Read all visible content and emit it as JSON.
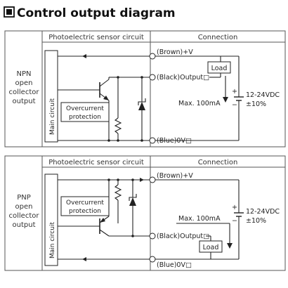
{
  "title": "Control output diagram",
  "headers": {
    "sensor_circuit": "Photoelectric sensor circuit",
    "connection": "Connection"
  },
  "npn": {
    "side_label_lines": [
      "NPN",
      "open",
      "collector",
      "output"
    ],
    "main_circuit": "Main circuit",
    "protection_lines": [
      "Overcurrent",
      "protection"
    ],
    "brown": "(Brown)+V",
    "black": "(Black)Output□",
    "blue": "(Blue)0V□",
    "load": "Load",
    "max_current": "Max. 100mA",
    "supply_voltage": "12-24VDC",
    "supply_tolerance": "±10%",
    "plus": "+",
    "minus": "−"
  },
  "pnp": {
    "side_label_lines": [
      "PNP",
      "open",
      "collector",
      "output"
    ],
    "main_circuit": "Main circuit",
    "protection_lines": [
      "Overcurrent",
      "protection"
    ],
    "brown": "(Brown)+V",
    "black": "(Black)Output□",
    "blue": "(Blue)0V□",
    "load": "Load",
    "max_current": "Max. 100mA",
    "supply_voltage": "12-24VDC",
    "supply_tolerance": "±10%",
    "plus": "+",
    "minus": "−"
  }
}
